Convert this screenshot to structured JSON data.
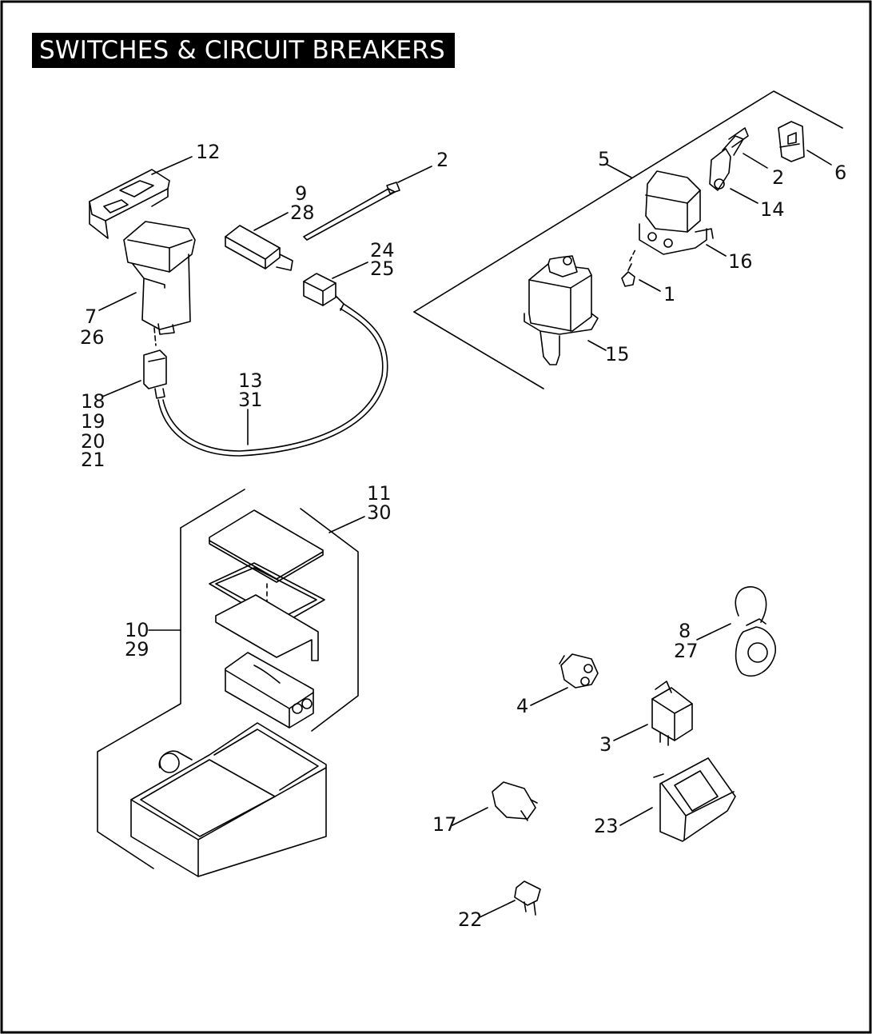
{
  "page": {
    "title": "SWITCHES & CIRCUIT BREAKERS"
  },
  "callouts": {
    "c1": "1",
    "c2a": "2",
    "c2b": "2",
    "c3": "3",
    "c4": "4",
    "c5": "5",
    "c6": "6",
    "c7": "7",
    "c26": "26",
    "c8": "8",
    "c27": "27",
    "c9": "9",
    "c28": "28",
    "c10": "10",
    "c29": "29",
    "c11": "11",
    "c30": "30",
    "c12": "12",
    "c13": "13",
    "c31": "31",
    "c14": "14",
    "c15": "15",
    "c16": "16",
    "c17": "17",
    "c18": "18",
    "c19": "19",
    "c20": "20",
    "c21": "21",
    "c22": "22",
    "c23": "23",
    "c24": "24",
    "c25": "25"
  }
}
